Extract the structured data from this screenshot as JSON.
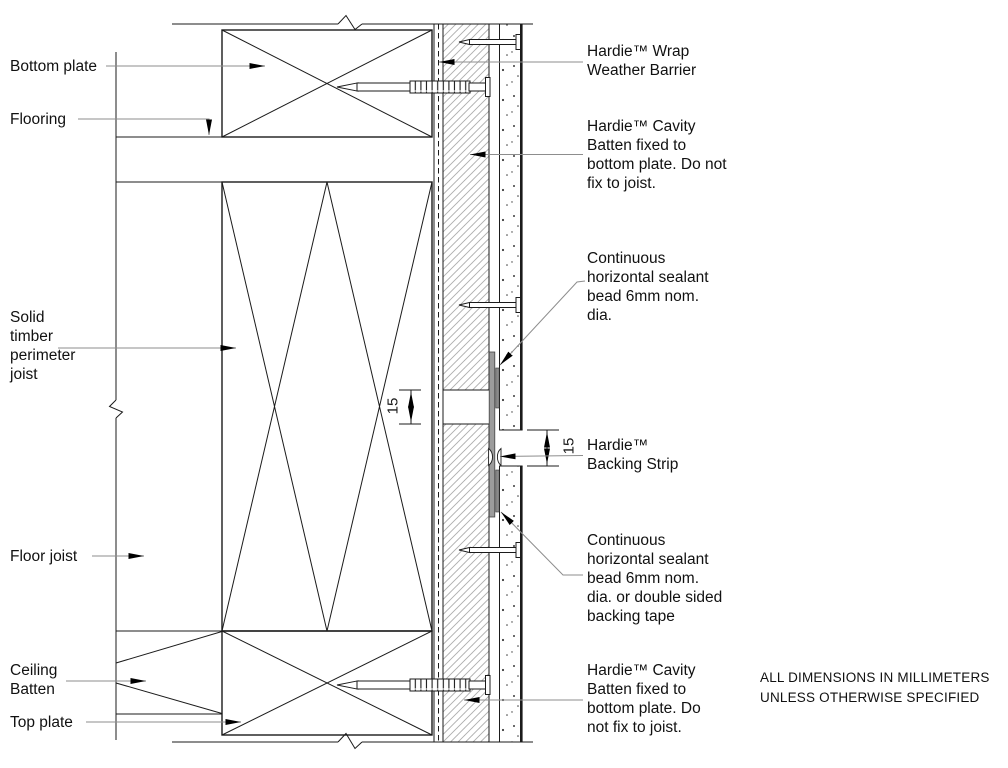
{
  "colors": {
    "line": "#1b1b1b",
    "leader": "#8d8d8d",
    "hatch": "#adadad",
    "stipple": "#3c3c3c",
    "backing": "#9c9c9c",
    "sealant": "#8a8a8a",
    "paper": "#ffffff"
  },
  "drawing": {
    "left_callouts": [
      {
        "label": "Bottom plate"
      },
      {
        "label": "Flooring"
      },
      {
        "label": "Solid\ntimber\nperimeter\njoist"
      },
      {
        "label": "Floor joist"
      },
      {
        "label": "Ceiling\nBatten"
      },
      {
        "label": "Top plate"
      }
    ],
    "right_callouts": [
      {
        "label": "Hardie™ Wrap\nWeather Barrier"
      },
      {
        "label": "Hardie™ Cavity\nBatten fixed to\nbottom plate. Do not\nfix to joist."
      },
      {
        "label": "Continuous\nhorizontal sealant\nbead 6mm nom.\ndia."
      },
      {
        "label": "Hardie™\nBacking Strip"
      },
      {
        "label": "Continuous\nhorizontal sealant\nbead 6mm nom.\ndia. or double sided\nbacking tape"
      },
      {
        "label": "Hardie™ Cavity\nBatten fixed to\nbottom plate. Do\nnot fix to joist."
      }
    ],
    "dimensions": {
      "batten_gap_mm": "15",
      "cladding_joint_mm": "15"
    },
    "general_note": "ALL DIMENSIONS IN MILLIMETERS\nUNLESS OTHERWISE SPECIFIED"
  }
}
